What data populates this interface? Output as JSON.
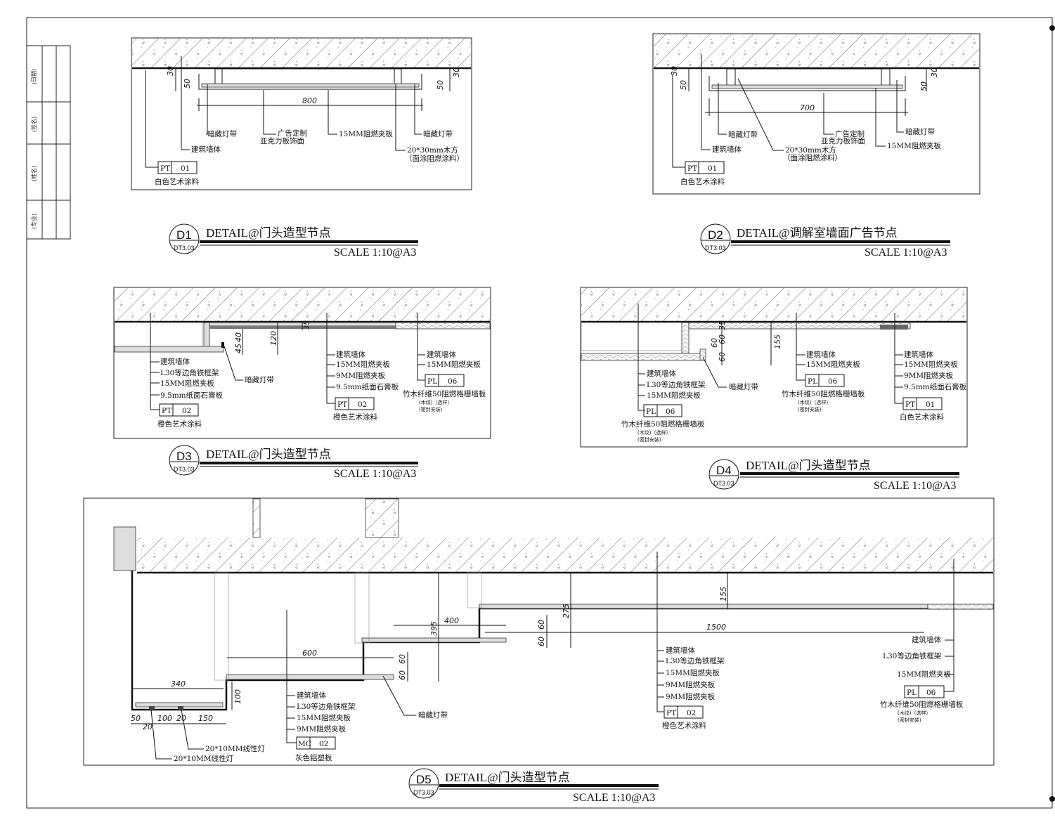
{
  "title_block": {
    "labels": [
      "(日期)",
      "(签名)",
      "(姓名)",
      "(专业)"
    ]
  },
  "details": {
    "d1": {
      "id": "D1",
      "ref": "DT3.03",
      "title": "DETAIL@门头造型节点",
      "scale": "SCALE 1:10@A3",
      "dims": [
        "800",
        "30",
        "50",
        "50",
        "30"
      ],
      "labels": [
        "暗藏灯带",
        "广告定制",
        "亚克力板饰面",
        "15MM阻燃夹板",
        "暗藏灯带",
        "建筑墙体",
        "20*30mm木方",
        "（面涂阻燃涂料）"
      ],
      "tag": {
        "code": "PT",
        "num": "01",
        "name": "白色艺术涂料"
      }
    },
    "d2": {
      "id": "D2",
      "ref": "DT3.03",
      "title": "DETAIL@调解室墙面广告节点",
      "scale": "SCALE 1:10@A3",
      "dims": [
        "700",
        "30",
        "50",
        "50",
        "30"
      ],
      "labels": [
        "暗藏灯带",
        "广告定制",
        "亚克力板饰面",
        "暗藏灯带",
        "建筑墙体",
        "20*30mm木方",
        "（面涂阻燃涂料）",
        "15MM阻燃夹板"
      ],
      "tag": {
        "code": "PT",
        "num": "01",
        "name": "白色艺术涂料"
      }
    },
    "d3": {
      "id": "D3",
      "ref": "DT3.03",
      "title": "DETAIL@门头造型节点",
      "scale": "SCALE 1:10@A3",
      "dims": [
        "40",
        "45",
        "120",
        "35"
      ],
      "left": [
        "建筑墙体",
        "L30等边角铁框架",
        "15MM阻燃夹板",
        "9.5mm纸面石膏板"
      ],
      "left_tag": {
        "code": "PT",
        "num": "02",
        "name": "橙色艺术涂料"
      },
      "light": "暗藏灯带",
      "mid": [
        "建筑墙体",
        "15MM阻燃夹板",
        "9MM阻燃夹板",
        "9.5mm纸面石膏板"
      ],
      "mid_tag": {
        "code": "PT",
        "num": "02",
        "name": "橙色艺术涂料"
      },
      "right": [
        "建筑墙体",
        "15MM阻燃夹板"
      ],
      "right_tag": {
        "code": "PL",
        "num": "06",
        "name": "竹木纤维50阻燃格栅墙板",
        "note1": "(木纹)（选样）",
        "note2": "(密封安装)"
      }
    },
    "d4": {
      "id": "D4",
      "ref": "DT3.03",
      "title": "DETAIL@门头造型节点",
      "scale": "SCALE 1:10@A3",
      "dims": [
        "35",
        "60",
        "60",
        "60",
        "155"
      ],
      "left": [
        "建筑墙体",
        "L30等边角铁框架",
        "15MM阻燃夹板"
      ],
      "left_tag": {
        "code": "PL",
        "num": "06",
        "name": "竹木纤维50阻燃格栅墙板",
        "note1": "(木纹)（选样）",
        "note2": "(密封安装)"
      },
      "light": "暗藏灯带",
      "mid": [
        "建筑墙体",
        "15MM阻燃夹板"
      ],
      "mid_tag": {
        "code": "PL",
        "num": "06",
        "name": "竹木纤维50阻燃格栅墙板",
        "note1": "(木纹)（选样）",
        "note2": "(密封安装)"
      },
      "right": [
        "建筑墙体",
        "15MM阻燃夹板",
        "9MM阻燃夹板",
        "9.5mm纸面石膏板"
      ],
      "right_tag": {
        "code": "PT",
        "num": "01",
        "name": "白色艺术涂料"
      }
    },
    "d5": {
      "id": "D5",
      "ref": "DT3.03",
      "title": "DETAIL@门头造型节点",
      "scale": "SCALE 1:10@A3",
      "dims": [
        "340",
        "600",
        "400",
        "395",
        "60",
        "60",
        "60",
        "60",
        "275",
        "155",
        "1500",
        "100",
        "50",
        "100",
        "20",
        "150",
        "20"
      ],
      "lights": [
        "20*10MM线性灯",
        "20*10MM线性灯"
      ],
      "light": "暗藏灯带",
      "mid": [
        "建筑墙体",
        "L30等边角铁框架",
        "15MM阻燃夹板",
        "9MM阻燃夹板"
      ],
      "mid_tag": {
        "code": "MC",
        "num": "02",
        "name": "灰色铝塑板"
      },
      "center": [
        "建筑墙体",
        "L30等边角铁框架",
        "15MM阻燃夹板",
        "9MM阻燃夹板",
        "9MM阻燃夹板"
      ],
      "center_tag": {
        "code": "PT",
        "num": "02",
        "name": "橙色艺术涂料"
      },
      "right": [
        "建筑墙体",
        "L30等边角铁框架",
        "15MM阻燃夹板"
      ],
      "right_tag": {
        "code": "PL",
        "num": "06",
        "name": "竹木纤维50阻燃格栅墙板",
        "note1": "(木纹)（选样）",
        "note2": "(密封安装)"
      }
    }
  }
}
